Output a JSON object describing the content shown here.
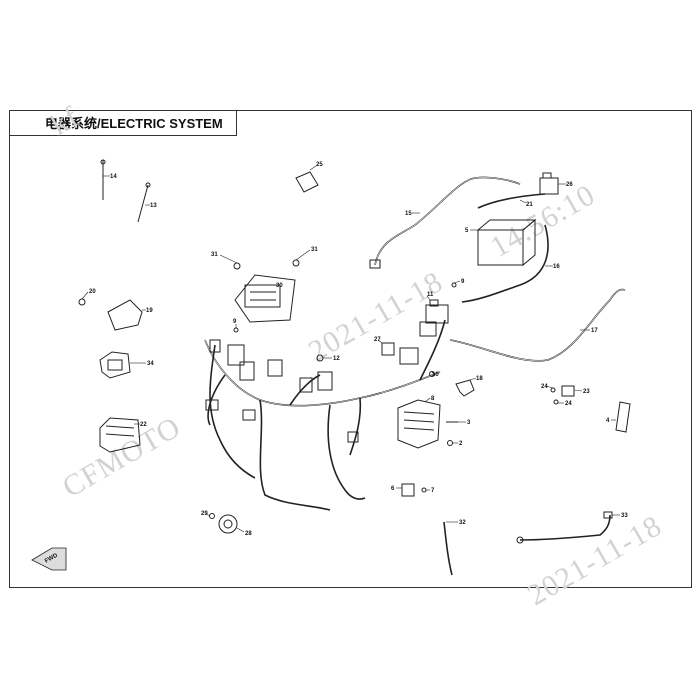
{
  "title": "电器系统/ELECTRIC SYSTEM",
  "watermarks": [
    "CFMOTO",
    "2021-11-18",
    "14:56:10",
    "2021-11-18",
    "kf"
  ],
  "labels": [
    "14",
    "13",
    "25",
    "26",
    "21",
    "15",
    "5",
    "16",
    "31",
    "31",
    "30",
    "9",
    "20",
    "19",
    "11",
    "17",
    "27",
    "12",
    "34",
    "10",
    "18",
    "8",
    "24",
    "23",
    "24",
    "3",
    "2",
    "22",
    "4",
    "6",
    "7",
    "29",
    "28",
    "32",
    "33",
    "9"
  ],
  "fwd_label": "FWD"
}
